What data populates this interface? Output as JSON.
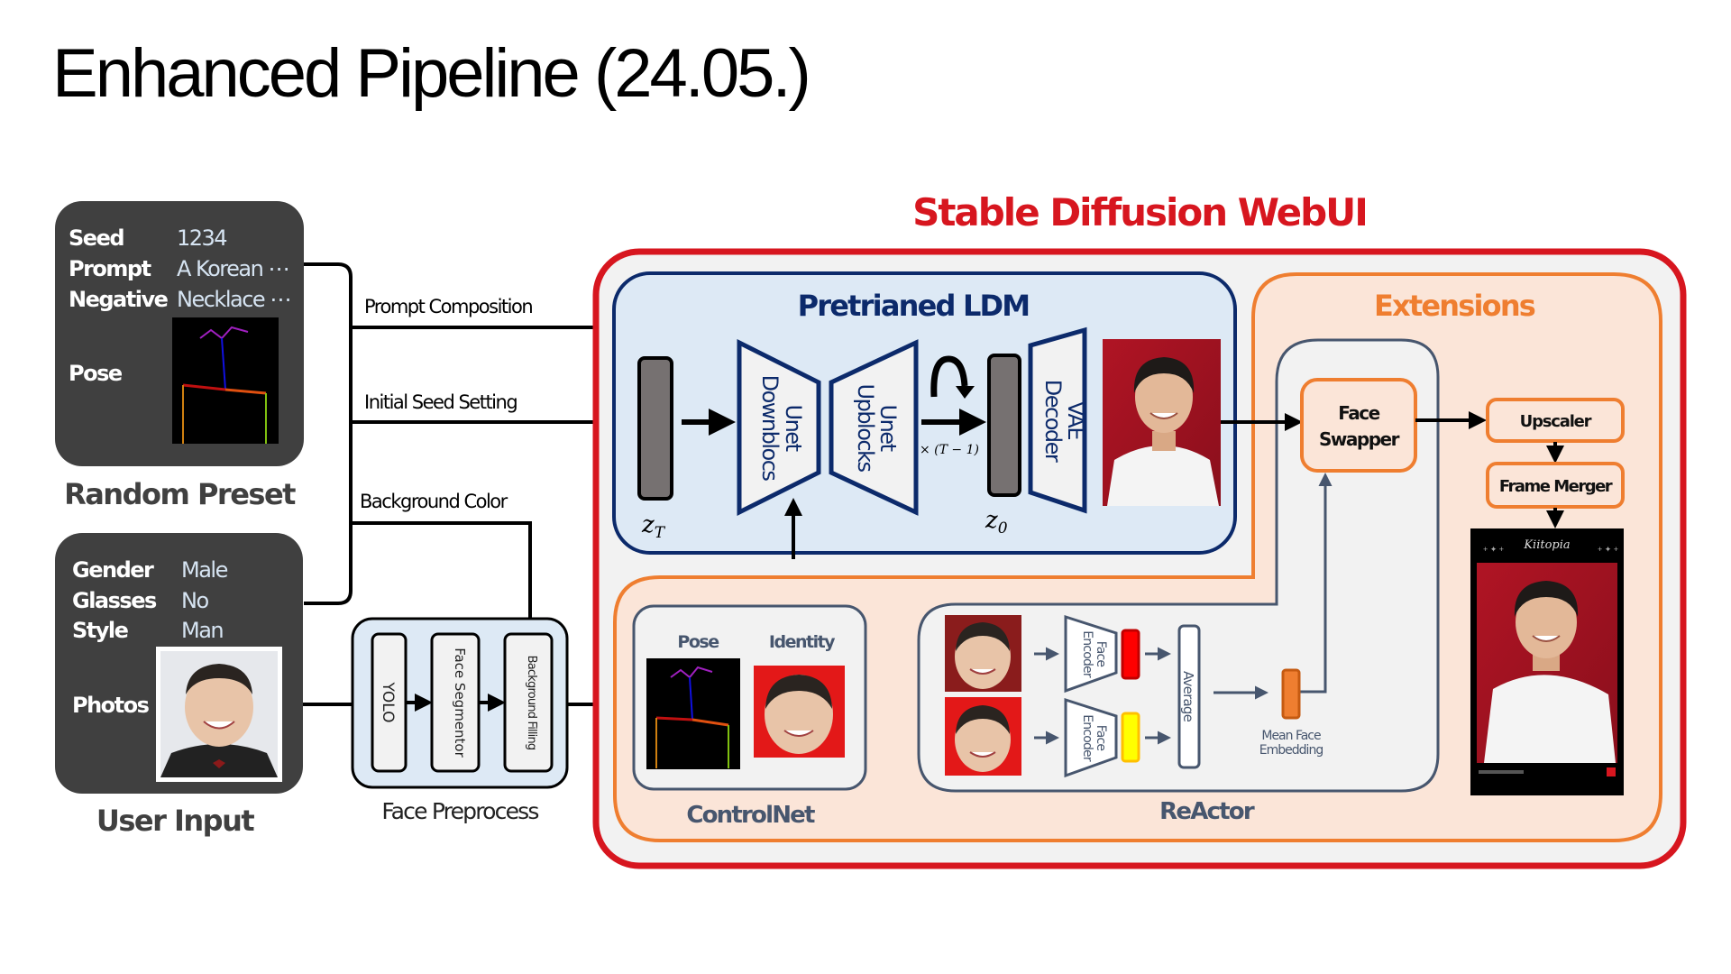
{
  "title": "Enhanced Pipeline (24.05.)",
  "colors": {
    "dark_panel": "#404040",
    "panel_value_text": "#d6e4f2",
    "webui_red": "#d7161f",
    "ldm_navy": "#0c2a6b",
    "ldm_fill": "#dde9f5",
    "extensions_orange": "#ef7e30",
    "extensions_fill": "#fbe5d8",
    "slate": "#47566e",
    "inner_fill": "#f2f2f2",
    "latent_gray": "#767171",
    "embedding_red": "#ff0000",
    "embedding_yellow": "#ffff00",
    "embedding_orange": "#ef7e30"
  },
  "random_preset": {
    "label": "Random Preset",
    "rows": [
      {
        "key": "Seed",
        "value": "1234"
      },
      {
        "key": "Prompt",
        "value": "A Korean ⋯"
      },
      {
        "key": "Negative",
        "value": "Necklace ⋯"
      }
    ],
    "pose_label": "Pose",
    "pose_image": "openpose-skeleton-image"
  },
  "user_input": {
    "label": "User Input",
    "rows": [
      {
        "key": "Gender",
        "value": "Male"
      },
      {
        "key": "Glasses",
        "value": "No"
      },
      {
        "key": "Style",
        "value": "Man"
      }
    ],
    "photos_label": "Photos",
    "photo_image": "user-portrait-photo"
  },
  "connectors": {
    "prompt_composition": "Prompt Composition",
    "initial_seed_setting": "Initial Seed Setting",
    "background_color": "Background Color"
  },
  "face_preprocess": {
    "label": "Face Preprocess",
    "steps": [
      "YOLO",
      "Face Segmentor",
      "Background Filling"
    ]
  },
  "webui": {
    "title": "Stable Diffusion WebUI",
    "ldm": {
      "title": "Pretrianed LDM",
      "latent_start": "z_T",
      "latent_end": "z_0",
      "unet_down": [
        "Unet",
        "Downblocs"
      ],
      "unet_up": [
        "Unet",
        "Upblocks"
      ],
      "loop_label": "× (T − 1)",
      "vae": [
        "VAE",
        "Decoder"
      ],
      "output_image": "generated-portrait-red-background"
    },
    "extensions": {
      "title": "Extensions",
      "face_swapper": [
        "Face",
        "Swapper"
      ],
      "upscaler": "Upscaler",
      "frame_merger": "Frame Merger",
      "final_image": "framed-final-portrait",
      "frame_brand": "Kiitopia"
    },
    "controlnet": {
      "label": "ControlNet",
      "pose_label": "Pose",
      "identity_label": "Identity"
    },
    "reactor": {
      "label": "ReActor",
      "encoder": [
        "Face",
        "Encoder"
      ],
      "average": "Average",
      "mean_embedding": [
        "Mean Face",
        "Embedding"
      ]
    }
  }
}
